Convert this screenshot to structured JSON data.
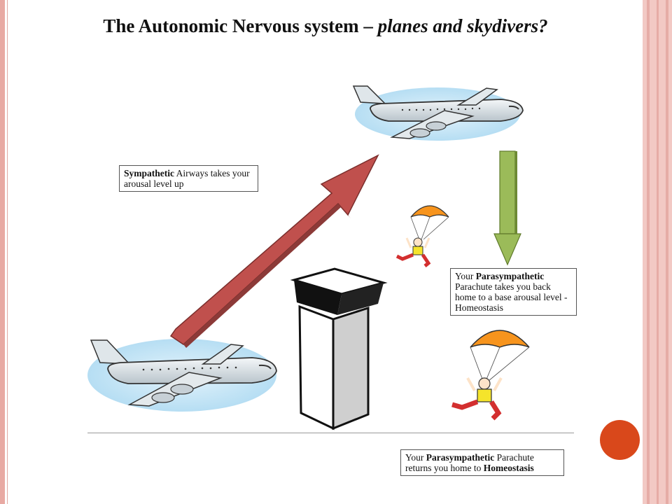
{
  "slide": {
    "title_main": "The Autonomic Nervous system – ",
    "title_italic": "planes and skydivers?"
  },
  "callouts": {
    "sympathetic": {
      "bold": "Sympathetic",
      "text": " Airways takes your arousal level up"
    },
    "parasympathetic_mid": {
      "prefix": "Your ",
      "bold": "Parasympathetic",
      "text": " Parachute takes you back home to a base arousal level - Homeostasis"
    },
    "parasympathetic_bottom": {
      "prefix": "Your ",
      "bold": "Parasympathetic",
      "text": " Parachute returns you home to ",
      "bold2": "Homeostasis"
    }
  },
  "colors": {
    "up_arrow": "#c0504d",
    "down_arrow": "#9bbb59",
    "accent_dot": "#d9481b",
    "frame": "#e8a9a3"
  },
  "icons": [
    "airplane-icon",
    "skydiver-icon",
    "control-tower-icon"
  ]
}
